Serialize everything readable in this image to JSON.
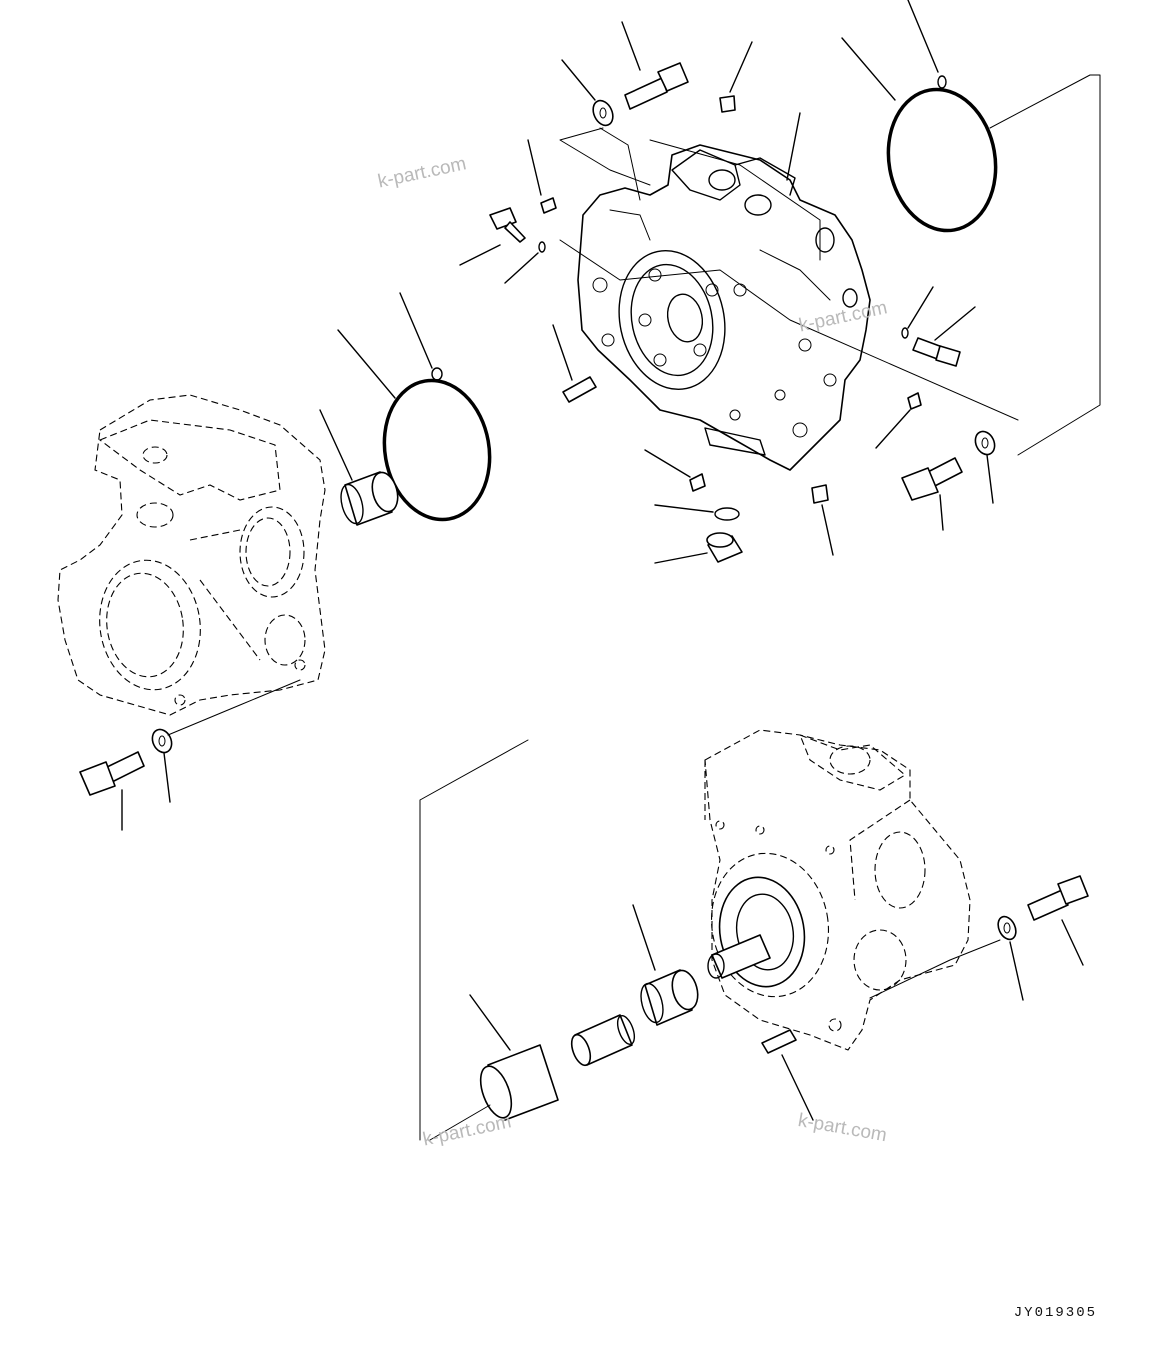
{
  "figure_code": "JY019305",
  "watermarks": [
    "k-part.com",
    "k-part.com",
    "k-part.com",
    "k-part.com"
  ]
}
